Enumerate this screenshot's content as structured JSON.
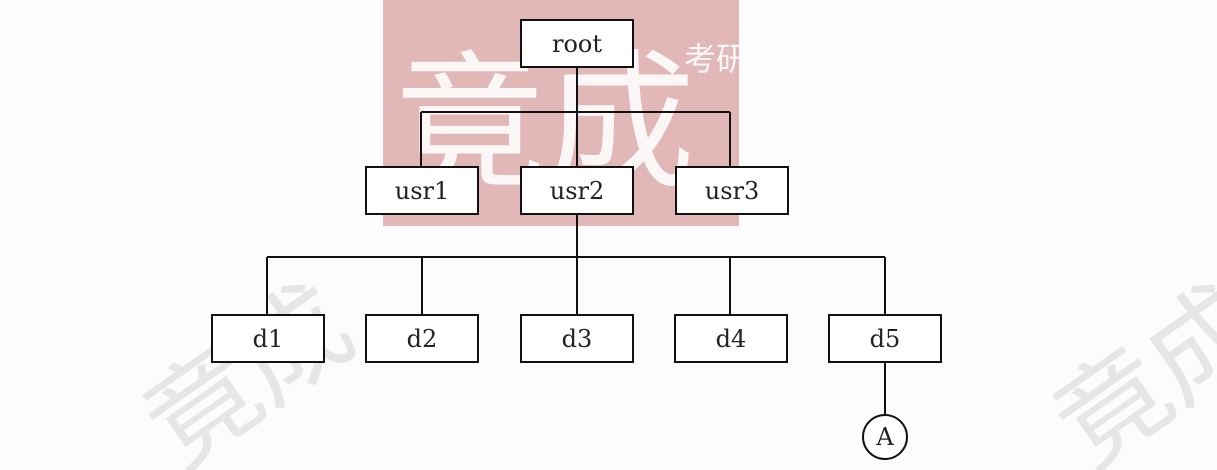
{
  "colors": {
    "line": "#111111",
    "watermark": "#d9a3a3",
    "text": "#222222"
  },
  "tree": {
    "root": {
      "label": "root"
    },
    "level1": [
      {
        "label": "usr1"
      },
      {
        "label": "usr2"
      },
      {
        "label": "usr3"
      }
    ],
    "level2": [
      {
        "label": "d1"
      },
      {
        "label": "d2"
      },
      {
        "label": "d3"
      },
      {
        "label": "d4"
      },
      {
        "label": "d5"
      }
    ],
    "leaf": {
      "label": "A"
    }
  },
  "watermark": {
    "main": "竟成",
    "badge": "考研"
  }
}
